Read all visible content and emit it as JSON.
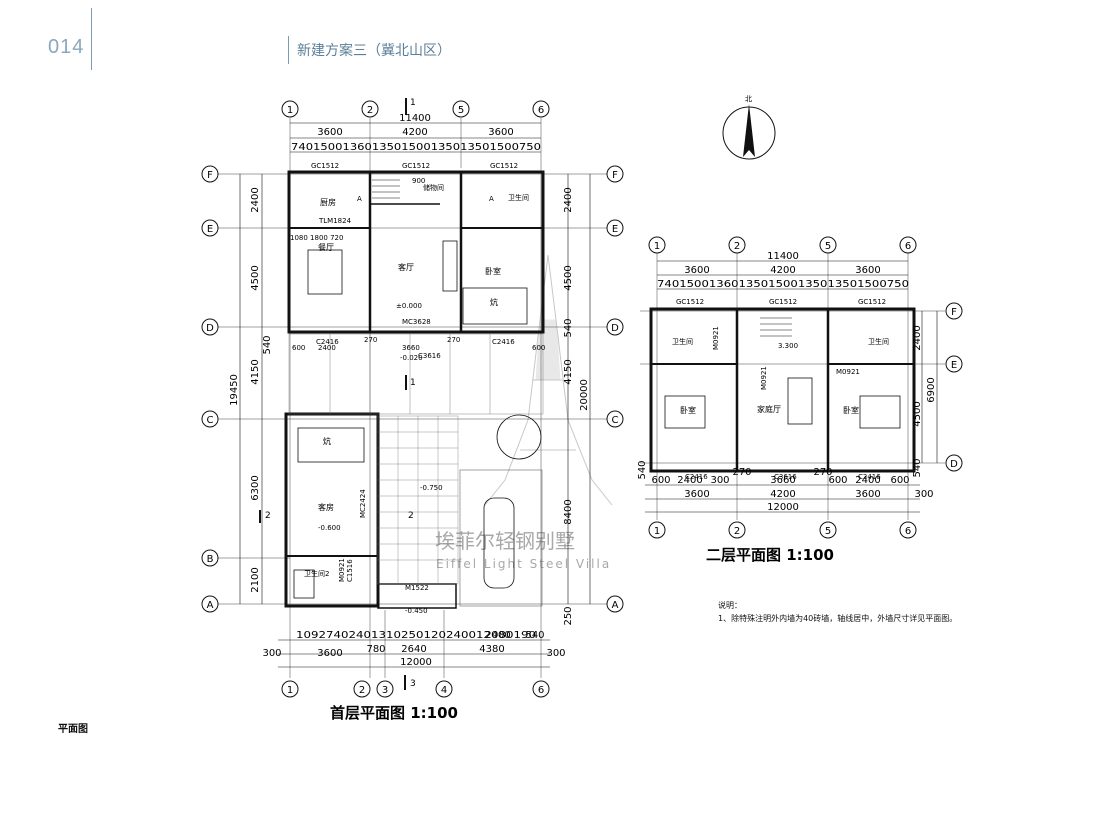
{
  "header": {
    "page_number": "014",
    "title": "新建方案三（冀北山区）"
  },
  "section_label": "平面图",
  "ground_floor": {
    "title": "首层平面图  1:100",
    "overall_top": "11400",
    "overall_bottom": "12000",
    "overall_left": "19450",
    "overall_right": "20000",
    "top_dims": [
      "3600",
      "4200",
      "3600"
    ],
    "top_sub_dims": "7401500136013501500135013501500750",
    "left_dims": [
      "2400",
      "4500",
      "540",
      "4150",
      "6300",
      "2100"
    ],
    "right_dims": [
      "2400",
      "4500",
      "540",
      "4150",
      "8400",
      "250"
    ],
    "bottom_sub_dims": "10927402401310250120240012080190",
    "bottom_sub_right": [
      "2400",
      "540"
    ],
    "bottom_dims": [
      "300",
      "3600",
      "780",
      "2640",
      "4380",
      "300"
    ],
    "grid_top": [
      "1",
      "2",
      "5",
      "6"
    ],
    "grid_bottom": [
      "1",
      "2",
      "3",
      "4",
      "6"
    ],
    "grid_rows": [
      "F",
      "E",
      "D",
      "C",
      "B",
      "A"
    ],
    "rooms": {
      "kitchen": "厨房",
      "dining": "餐厅",
      "living": "客厅",
      "bedroom": "卧室",
      "storage": "储物间",
      "bath": "卫生间",
      "guest": "客房",
      "bath2": "卫生间2",
      "kang": "炕",
      "kang2": "炕"
    },
    "windows": [
      "GC1512",
      "GC1512",
      "GC1512",
      "C2416",
      "C3616",
      "C2416",
      "C1516"
    ],
    "doors": [
      "MC3628",
      "M1522",
      "MC2424",
      "M0921"
    ],
    "elevations": [
      "±0.000",
      "-0.020",
      "-0.750",
      "-0.600",
      "-0.450"
    ],
    "misc": [
      "TLM1824",
      "1080 1800 720",
      "900",
      "A",
      "A",
      "3660",
      "270",
      "270",
      "600",
      "2400",
      "600"
    ],
    "section_marks": [
      "1",
      "1",
      "2",
      "2",
      "3"
    ]
  },
  "second_floor": {
    "title": "二层平面图  1:100",
    "overall_top": "11400",
    "overall_bottom": "12000",
    "overall_right": "6900",
    "top_dims": [
      "3600",
      "4200",
      "3600"
    ],
    "top_sub_dims": "7401500136013501500135013501500750",
    "right_dims": [
      "2400",
      "4500",
      "540"
    ],
    "bottom_sub_dims": [
      "600",
      "2400",
      "300",
      "270",
      "3660",
      "270",
      "600",
      "2400",
      "600"
    ],
    "bottom_dims": [
      "3600",
      "4200",
      "3600",
      "300"
    ],
    "left_dim": "540",
    "grid_top": [
      "1",
      "2",
      "5",
      "6"
    ],
    "grid_bottom": [
      "1",
      "2",
      "5",
      "6"
    ],
    "grid_rows": [
      "F",
      "E",
      "D"
    ],
    "rooms": {
      "family_hall": "家庭厅",
      "bedroom_left": "卧室",
      "bedroom_right": "卧室",
      "bath_left": "卫生间",
      "bath_right": "卫生间"
    },
    "windows": [
      "GC1512",
      "GC1512",
      "GC1512",
      "C2416",
      "C3616",
      "C2416"
    ],
    "doors": [
      "M0921",
      "M0921",
      "M0921"
    ],
    "elevations": [
      "3.300"
    ]
  },
  "north_label": "北",
  "notes": {
    "heading": "说明：",
    "line1": "1、除特殊注明外内墙为40砖墙，轴线居中，外墙尺寸详见平面图。"
  },
  "watermark": {
    "cn": "埃菲尔轻钢别墅",
    "en": "Eiffel Light Steel Villa",
    "color": "#9a9a9a"
  }
}
